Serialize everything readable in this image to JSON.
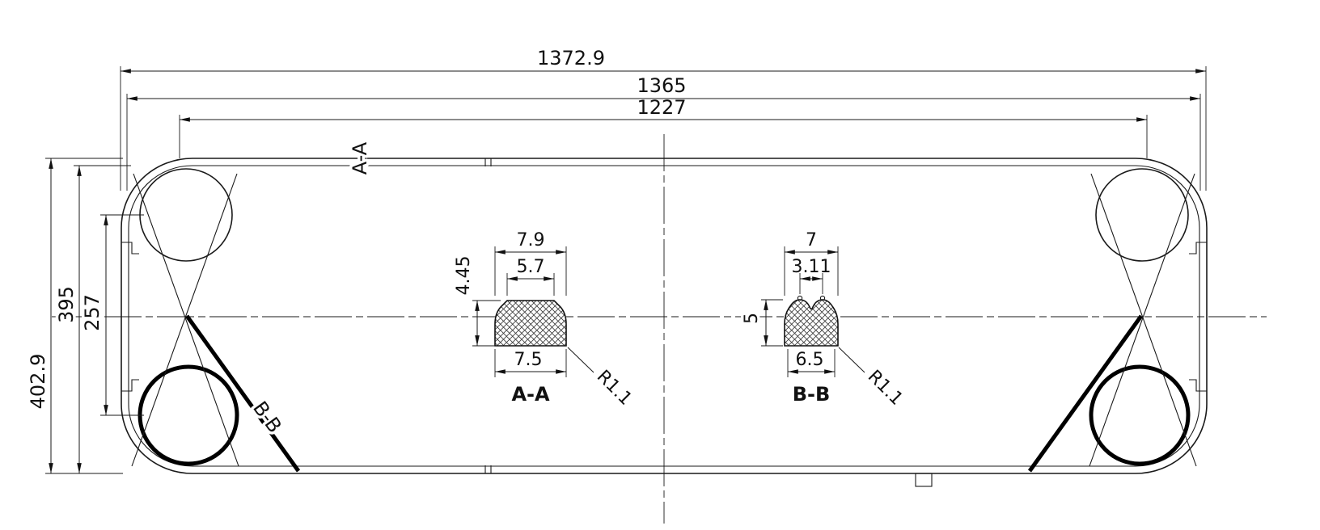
{
  "dims": {
    "top": [
      "1372.9",
      "1365",
      "1227"
    ],
    "left": [
      "402.9",
      "395",
      "257"
    ]
  },
  "sections": {
    "a": {
      "label": "A-A",
      "top_width": "7.9",
      "flat_width": "5.7",
      "height": "4.45",
      "bottom_width": "7.5",
      "radius": "R1.1"
    },
    "b": {
      "label": "B-B",
      "top_width": "7",
      "groove_pitch": "3.11",
      "height": "5",
      "bottom_width": "6.5",
      "radius": "R1.1"
    }
  },
  "cuts": {
    "a": "A-A",
    "b": "B-B"
  }
}
